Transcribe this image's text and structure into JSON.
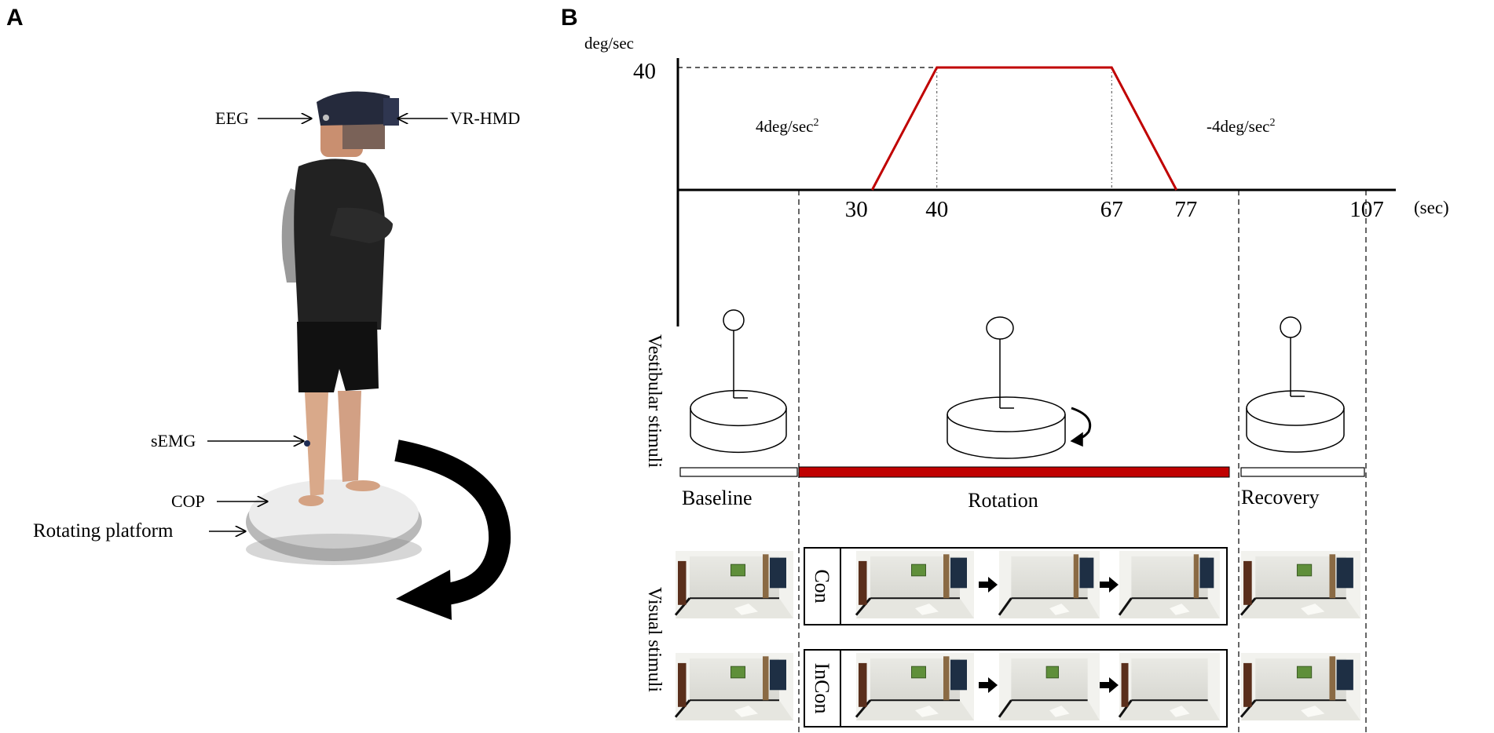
{
  "panels": {
    "a": "A",
    "b": "B"
  },
  "panel_a": {
    "labels": {
      "eeg": "EEG",
      "vr_hmd": "VR-HMD",
      "semg": "sEMG",
      "cop": "COP",
      "platform": "Rotating platform"
    }
  },
  "chart_data": {
    "type": "line",
    "title": "",
    "ylabel": "deg/sec",
    "xlabel": "(sec)",
    "x": [
      30,
      40,
      67,
      77,
      107
    ],
    "y": [
      0,
      40,
      40,
      0,
      0
    ],
    "xlim": [
      0,
      107
    ],
    "ylim": [
      0,
      40
    ],
    "xticks": [
      "30",
      "40",
      "67",
      "77",
      "107"
    ],
    "yticks": [
      "40"
    ],
    "annotations": {
      "accel": "4deg/sec",
      "decel": "-4deg/sec",
      "exponent": "2"
    },
    "line_color": "#c00000"
  },
  "stimuli": {
    "vestibular_label": "Vestibular stimuli",
    "visual_label": "Visual stimuli",
    "phases": [
      "Baseline",
      "Rotation",
      "Recovery"
    ],
    "conditions": [
      "Con",
      "InCon"
    ],
    "rotation_bar_color": "#c00000"
  }
}
